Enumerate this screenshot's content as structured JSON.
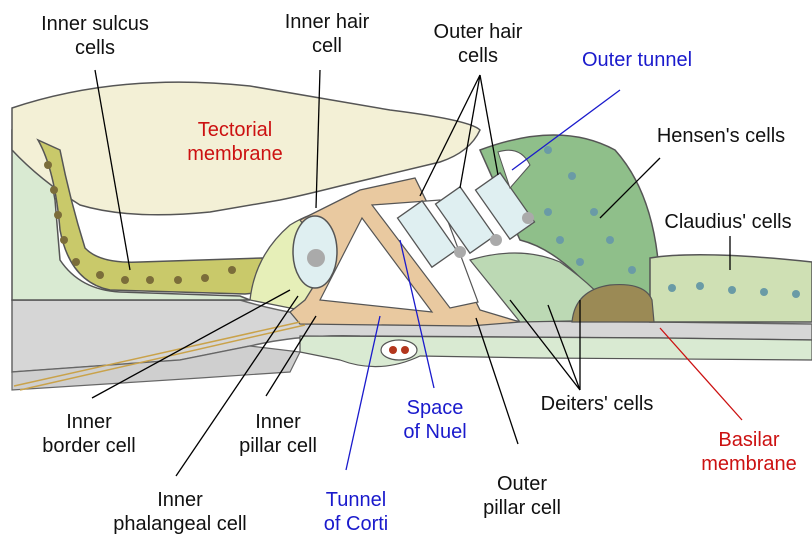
{
  "colors": {
    "label_black": "#111111",
    "label_red": "#cc1111",
    "label_blue": "#1a1acc",
    "tectorial": "#f3f0d6",
    "tissue_green": "#d9ead2",
    "sulcus_cells": "#c9c96a",
    "hensen_cells": "#8fbf8a",
    "claudius_cells": "#cfe0b4",
    "pillar_tan": "#e9c9a0",
    "hair_cells": "#dfeff1",
    "basilar_gray": "#bdbdbd"
  },
  "labels": {
    "inner_sulcus": {
      "line1": "Inner sulcus",
      "line2": "cells"
    },
    "inner_hair": {
      "line1": "Inner hair",
      "line2": "cell"
    },
    "outer_hair": {
      "line1": "Outer hair",
      "line2": "cells"
    },
    "outer_tunnel": {
      "line1": "Outer tunnel"
    },
    "tectorial": {
      "line1": "Tectorial",
      "line2": "membrane"
    },
    "hensen": {
      "line1": "Hensen's cells"
    },
    "claudius": {
      "line1": "Claudius' cells"
    },
    "deiters": {
      "line1": "Deiters' cells"
    },
    "basilar": {
      "line1": "Basilar",
      "line2": "membrane"
    },
    "inner_border": {
      "line1": "Inner",
      "line2": "border cell"
    },
    "inner_pillar": {
      "line1": "Inner",
      "line2": "pillar cell"
    },
    "space_nuel": {
      "line1": "Space",
      "line2": "of Nuel"
    },
    "outer_pillar": {
      "line1": "Outer",
      "line2": "pillar cell"
    },
    "inner_phalangeal": {
      "line1": "Inner",
      "line2": "phalangeal cell"
    },
    "tunnel_corti": {
      "line1": "Tunnel",
      "line2": "of Corti"
    }
  }
}
